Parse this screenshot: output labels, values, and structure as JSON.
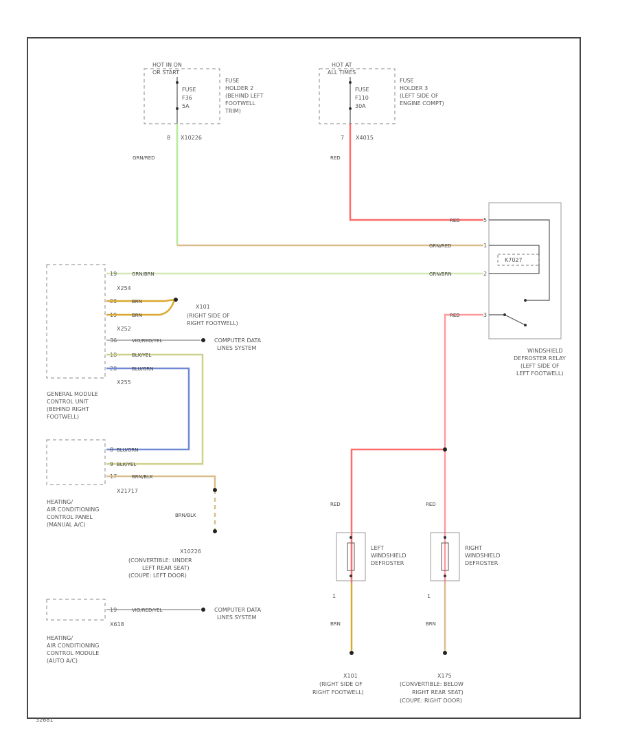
{
  "fuse1": {
    "hot": [
      "HOT IN ON",
      "OR START"
    ],
    "fuse_lines": [
      "FUSE",
      "F36",
      "5A"
    ],
    "location": [
      "FUSE",
      "HOLDER 2",
      "(BEHIND LEFT",
      "FOOTWELL",
      "TRIM)"
    ],
    "pin": "8",
    "conn": "X10226"
  },
  "fuse2": {
    "hot": [
      "HOT AT",
      "ALL TIMES"
    ],
    "fuse_lines": [
      "FUSE",
      "F110",
      "30A"
    ],
    "location": [
      "FUSE",
      "HOLDER 3",
      "(LEFT SIDE OF",
      "ENGINE COMPT)"
    ],
    "pin": "7",
    "conn": "X4015"
  },
  "wires": {
    "grn_red": "GRN/RED",
    "red": "RED",
    "grn_brn": "GRN/BRN",
    "brn": "BRN",
    "vio_red_yel": "VIO/RED/YEL",
    "blk_yel": "BLK/YEL",
    "blu_grn": "BLU/GRN",
    "brn_blk": "BRN/BLK"
  },
  "relay": {
    "pins": [
      "5",
      "1",
      "2",
      "3"
    ],
    "coil": "K7027",
    "label": [
      "WINDSHIELD",
      "DEFROSTER RELAY",
      "(LEFT SIDE OF",
      "LEFT FOOTWELL)"
    ]
  },
  "gm": {
    "pins": [
      "19",
      "20",
      "19",
      "36",
      "18",
      "20"
    ],
    "conns": [
      "X254",
      "X252",
      "X255"
    ],
    "label": [
      "GENERAL MODULE",
      "CONTROL UNIT",
      "(BEHIND RIGHT",
      "FOOTWELL)"
    ]
  },
  "ground1": {
    "id": "X101",
    "label": [
      "(RIGHT SIDE OF",
      "RIGHT FOOTWELL)"
    ]
  },
  "cds": [
    "COMPUTER DATA",
    "LINES SYSTEM"
  ],
  "hvac_manual": {
    "pins": [
      "8",
      "9",
      "17"
    ],
    "conn": "X21717",
    "label": [
      "HEATING/",
      "AIR CONDITIONING",
      "CONTROL PANEL",
      "(MANUAL A/C)"
    ]
  },
  "ground2": {
    "id": "X10226",
    "label": [
      "(CONVERTIBLE: UNDER",
      "LEFT REAR SEAT)",
      "(COUPE: LEFT DOOR)"
    ]
  },
  "hvac_auto": {
    "pin": "19",
    "conn": "X618",
    "label": [
      "HEATING/",
      "AIR CONDITIONING",
      "CONTROL MODULE",
      "(AUTO A/C)"
    ]
  },
  "left_def": {
    "label": [
      "LEFT",
      "WINDSHIELD",
      "DEFROSTER"
    ],
    "pin": "1"
  },
  "right_def": {
    "label": [
      "RIGHT",
      "WINDSHIELD",
      "DEFROSTER"
    ],
    "pin": "1"
  },
  "ground3": {
    "id": "X101",
    "label": [
      "(RIGHT SIDE OF",
      "RIGHT FOOTWELL)"
    ]
  },
  "ground4": {
    "id": "X175",
    "label": [
      "(CONVERTIBLE: BELOW",
      "RIGHT REAR SEAT)",
      "(COUPE: RIGHT DOOR)"
    ]
  },
  "footer": "32681"
}
